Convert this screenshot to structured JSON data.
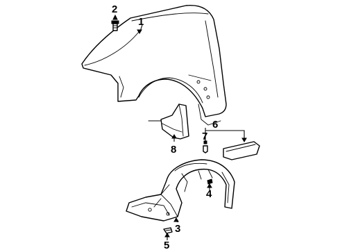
{
  "callouts": [
    {
      "id": "1",
      "label": "1"
    },
    {
      "id": "2",
      "label": "2"
    },
    {
      "id": "3",
      "label": "3"
    },
    {
      "id": "4",
      "label": "4"
    },
    {
      "id": "5",
      "label": "5"
    },
    {
      "id": "6",
      "label": "6"
    },
    {
      "id": "7",
      "label": "7"
    },
    {
      "id": "8",
      "label": "8"
    }
  ],
  "parts": {
    "fender": "1",
    "fender_bolt_top": "2",
    "inner_splash_shield": "3",
    "shield_screw": "4",
    "shield_clip_lower": "5",
    "side_molding": "6",
    "molding_clip": "7",
    "mud_flap": "8"
  }
}
